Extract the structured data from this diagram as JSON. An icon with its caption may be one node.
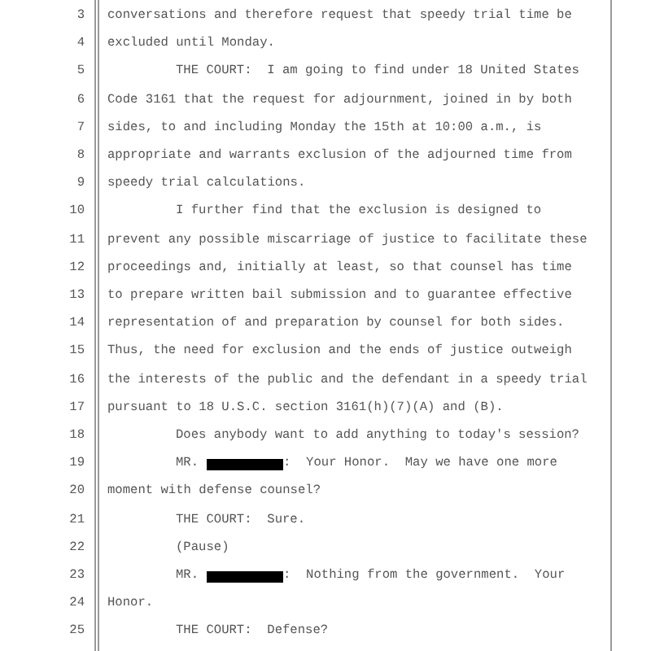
{
  "diagram": {
    "labels": [
      "3",
      "conversations and therefore request that speedy trial time be",
      "4",
      "excluded until Monday.",
      "5",
      "THE COURT:  I am going to find under 18 United States",
      "6",
      "Code 3161 that the request for adjournment, joined in by both",
      "7",
      "sides, to and including Monday the 15th at 10:00 a.m., is",
      "8",
      "appropriate and warrants exclusion of the adjourned time from",
      "9",
      "speedy trial calculations.",
      "10",
      "I further find that the exclusion is designed to",
      "11",
      "prevent any possible miscarriage of justice to facilitate these",
      "12",
      "proceedings and, initially at least, so that counsel has time",
      "13",
      "to prepare written bail submission and to guarantee effective",
      "14",
      "representation of and preparation by counsel for both sides.",
      "15",
      "Thus, the need for exclusion and the ends of justice outweigh",
      "16",
      "the interests of the public and the defendant in a speedy trial",
      "17",
      "pursuant to 18 U.S.C. section 3161(h)(7)(A) and (B).",
      "18",
      "Does anybody want to add anything to today's session?",
      "19",
      "MR.",
      ":  Your Honor.  May we have one more",
      "20",
      "moment with defense counsel?",
      "21",
      "THE COURT:  Sure.",
      "22",
      "(Pause)",
      "23",
      "MR.",
      ":  Nothing from the government.  Your",
      "24",
      "Honor.",
      "25",
      "THE COURT:  Defense?"
    ]
  }
}
